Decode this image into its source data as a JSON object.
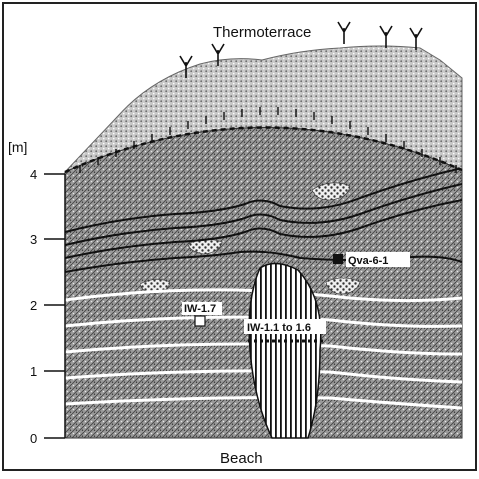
{
  "figure": {
    "top_label": "Thermoterrace",
    "bottom_label": "Beach",
    "axis_unit": "[m]",
    "y_ticks": [
      "0",
      "1",
      "2",
      "3",
      "4"
    ],
    "samples": {
      "left": "IW-1.7",
      "center": "IW-1.1 to 1.6",
      "right": "Qva-6-1"
    }
  },
  "colors": {
    "ink": "#111111",
    "frame": "#222222",
    "background": "#ffffff"
  }
}
